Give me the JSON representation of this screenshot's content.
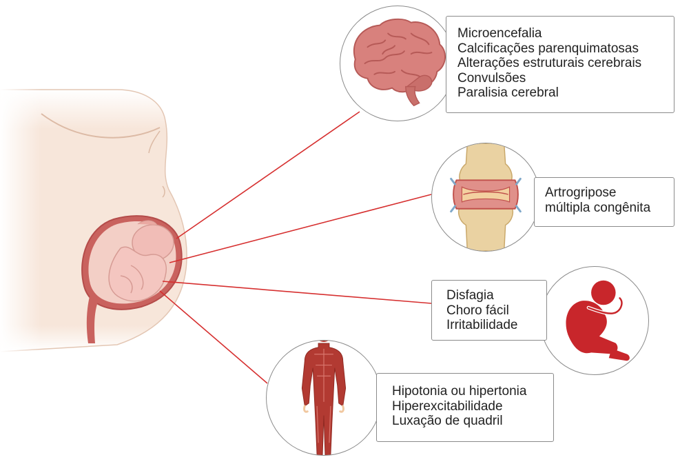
{
  "colors": {
    "connector": "#d62f2f",
    "skin": "#f7e6da",
    "skin_outline": "#e0c3b0",
    "uterus": "#d4736f",
    "fetus": "#f6c9c4",
    "brain": "#d8807c",
    "muscle": "#b23a32",
    "joint_bone": "#e8cf9c",
    "child_icon": "#c8262b"
  },
  "icons": {
    "brain": "brain-icon",
    "joint": "knee-joint-icon",
    "child": "crying-child-icon",
    "body": "muscular-body-icon",
    "pregnancy": "pregnant-abdomen-fetus-icon"
  },
  "groups": [
    {
      "id": "neuro",
      "items": [
        "Microencefalia",
        "Calcificações parenquimatosas",
        "Alterações estruturais cerebrais",
        "Convulsões",
        "Paralisia cerebral"
      ]
    },
    {
      "id": "joint",
      "items": [
        "Artrogripose",
        "múltipla congênita"
      ]
    },
    {
      "id": "behavior",
      "items": [
        "Disfagia",
        "Choro fácil",
        "Irritabilidade"
      ]
    },
    {
      "id": "motor",
      "items": [
        "Hipotonia ou hipertonia",
        "Hiperexcitabilidade",
        "Luxação de quadril"
      ]
    }
  ]
}
